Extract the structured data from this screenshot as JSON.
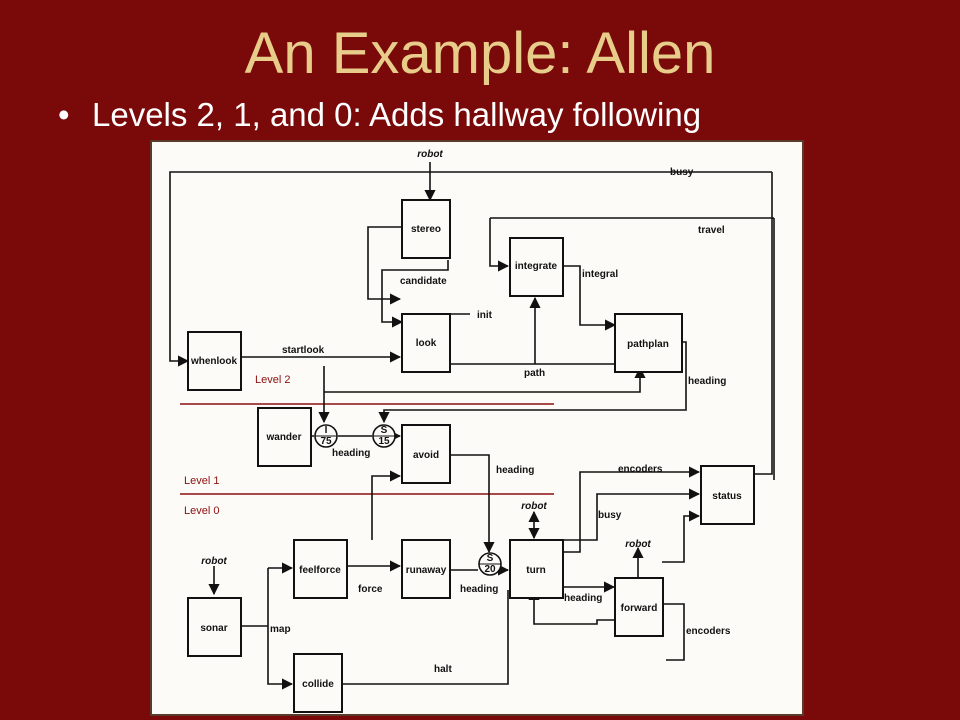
{
  "title": "An Example: Allen",
  "bullet": "Levels 2, 1, and 0: Adds hallway following",
  "modules": {
    "stereo": "stereo",
    "integrate": "integrate",
    "look": "look",
    "whenlook": "whenlook",
    "pathplan": "pathplan",
    "wander": "wander",
    "avoid": "avoid",
    "status": "status",
    "feelforce": "feelforce",
    "runaway": "runaway",
    "turn": "turn",
    "forward": "forward",
    "sonar": "sonar",
    "collide": "collide"
  },
  "signals": {
    "robot": "robot",
    "busy": "busy",
    "travel": "travel",
    "candidate": "candidate",
    "integral": "integral",
    "init": "init",
    "startlook": "startlook",
    "path": "path",
    "heading": "heading",
    "encoders": "encoders",
    "force": "force",
    "map": "map",
    "halt": "halt"
  },
  "levels": {
    "level2": "Level 2",
    "level1": "Level 1",
    "level0": "Level 0"
  },
  "nodes": [
    {
      "letter": "I",
      "value": "75"
    },
    {
      "letter": "S",
      "value": "15"
    },
    {
      "letter": "S",
      "value": "20"
    }
  ]
}
